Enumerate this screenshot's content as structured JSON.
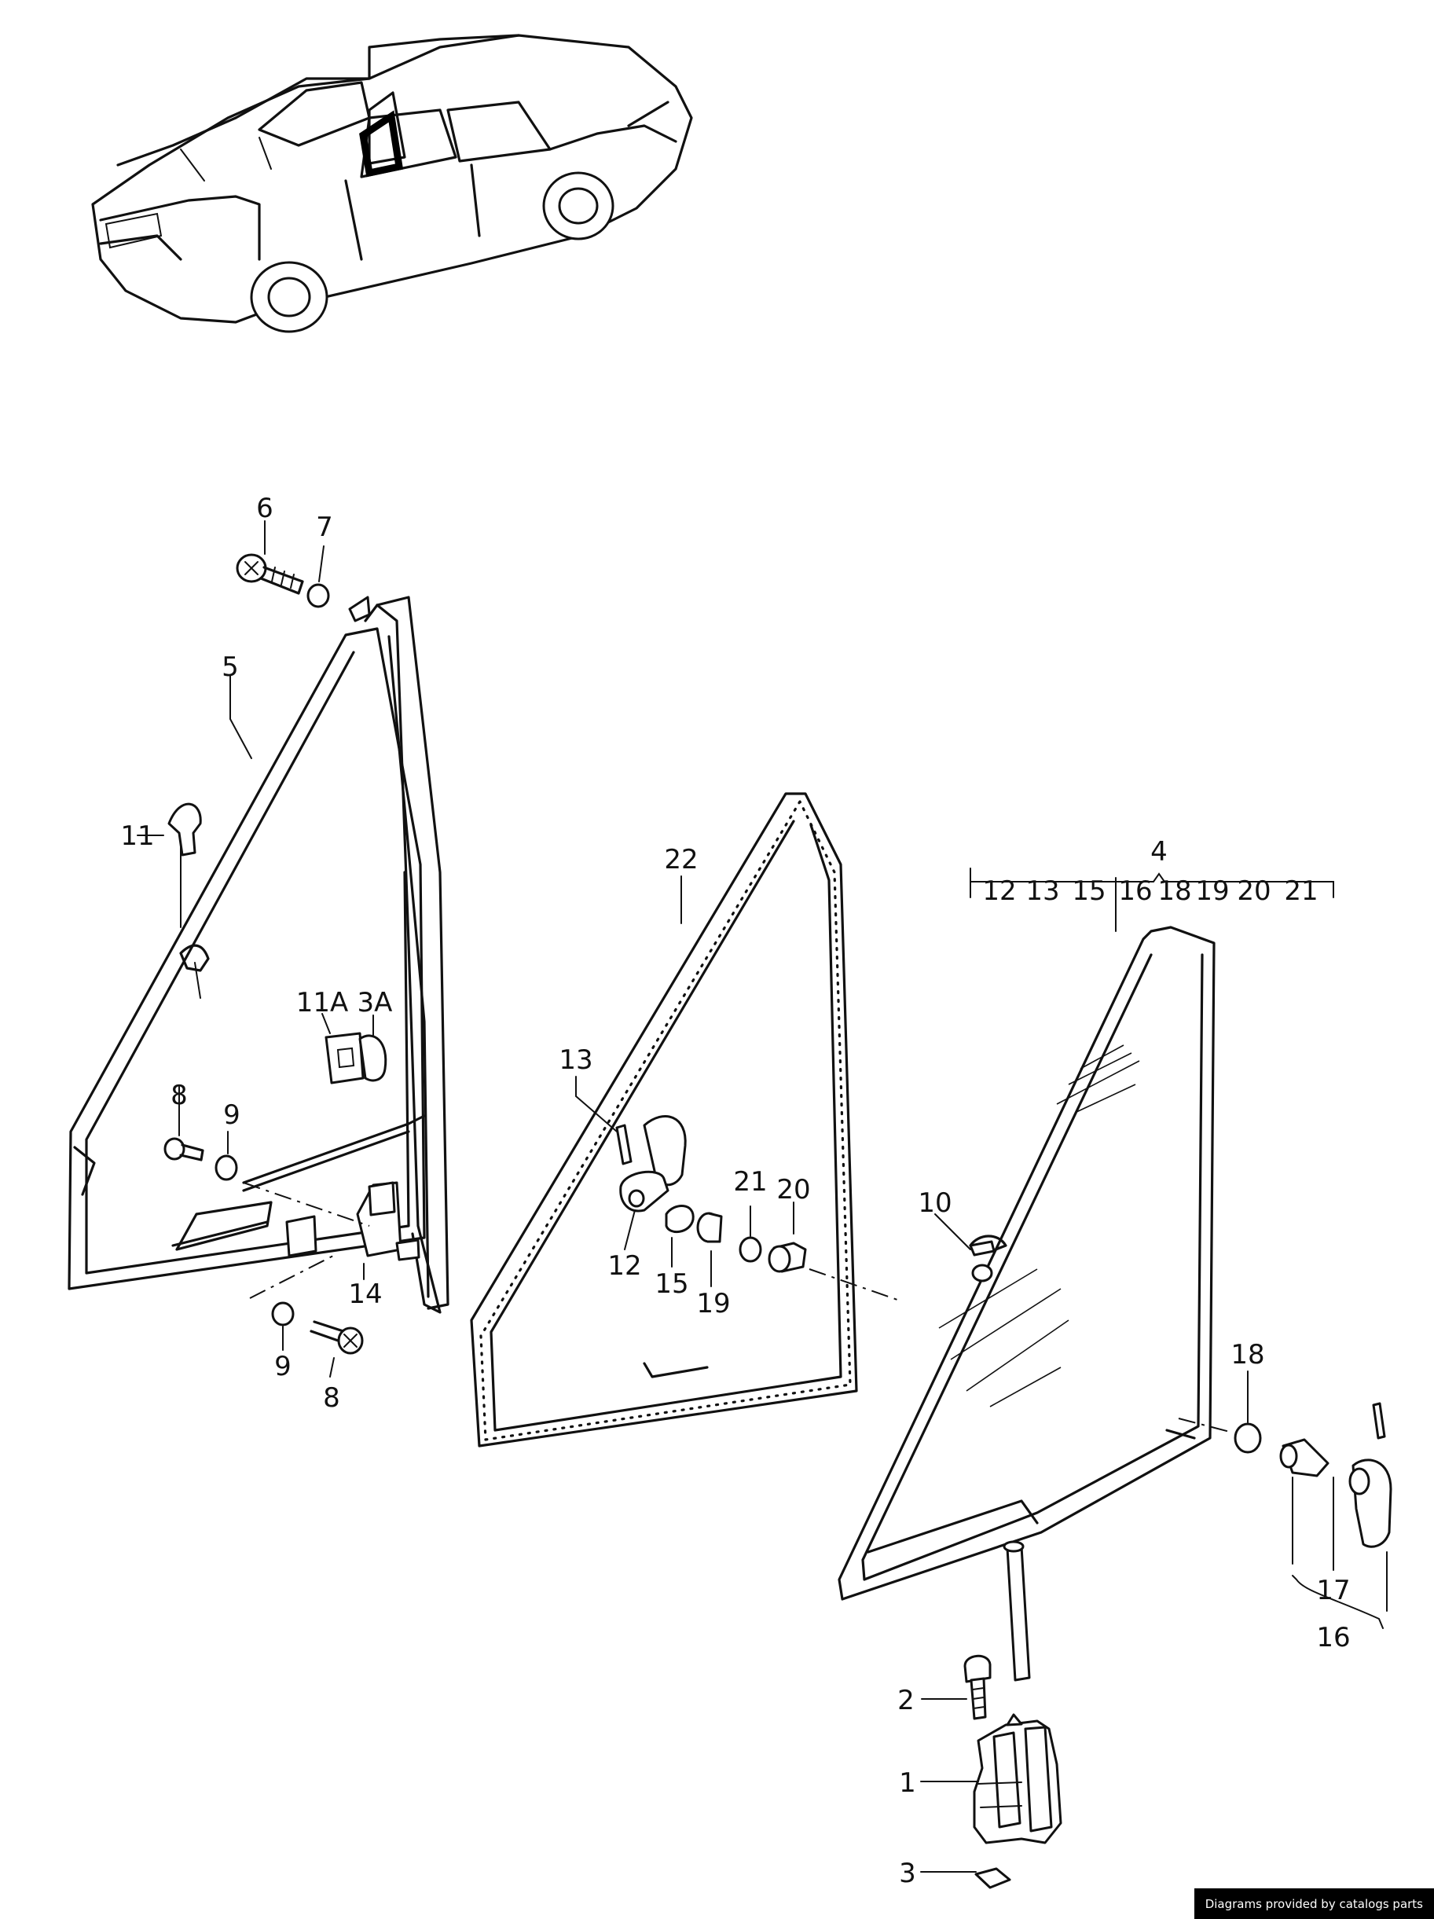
{
  "labels": {
    "l1": "1",
    "l2": "2",
    "l3": "3",
    "l3a": "3A",
    "l4": "4",
    "l5": "5",
    "l6": "6",
    "l7": "7",
    "l8a": "8",
    "l8b": "8",
    "l9a": "9",
    "l9b": "9",
    "l10": "10",
    "l11": "11",
    "l11a": "11A",
    "l12": "12",
    "l13": "13",
    "l14": "14",
    "l15": "15",
    "l16": "16",
    "l17": "17",
    "l18": "18",
    "l19": "19",
    "l20": "20",
    "l21": "21",
    "l22": "22"
  },
  "kit_contents": [
    "12",
    "13",
    "15",
    "16",
    "18",
    "19",
    "20",
    "21"
  ],
  "footer": "Diagrams provided by catalogs parts"
}
